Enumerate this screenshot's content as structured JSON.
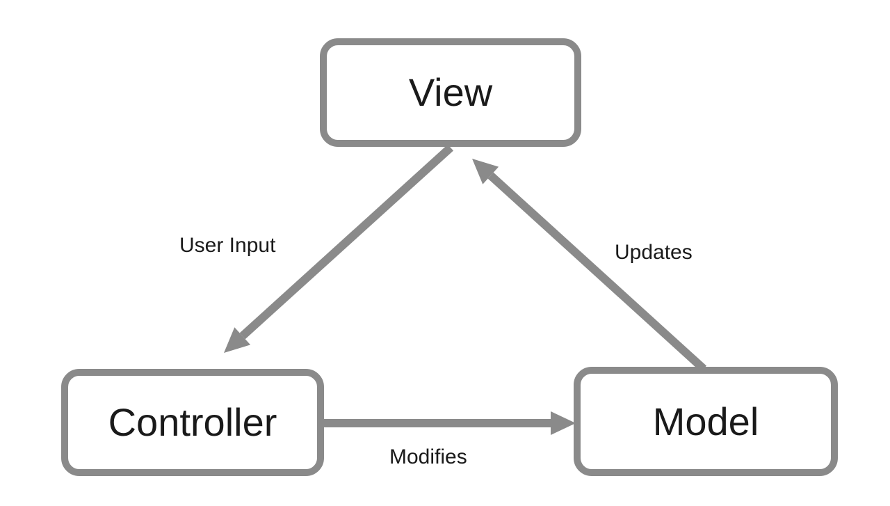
{
  "diagram": {
    "type": "mvc-architecture",
    "nodes": [
      {
        "id": "view",
        "label": "View"
      },
      {
        "id": "controller",
        "label": "Controller"
      },
      {
        "id": "model",
        "label": "Model"
      }
    ],
    "edges": [
      {
        "from": "view",
        "to": "controller",
        "label": "User Input"
      },
      {
        "from": "model",
        "to": "view",
        "label": "Updates"
      },
      {
        "from": "controller",
        "to": "model",
        "label": "Modifies"
      }
    ],
    "colors": {
      "stroke": "#8a8a8a",
      "text": "#1a1a1a",
      "background": "#ffffff"
    }
  }
}
